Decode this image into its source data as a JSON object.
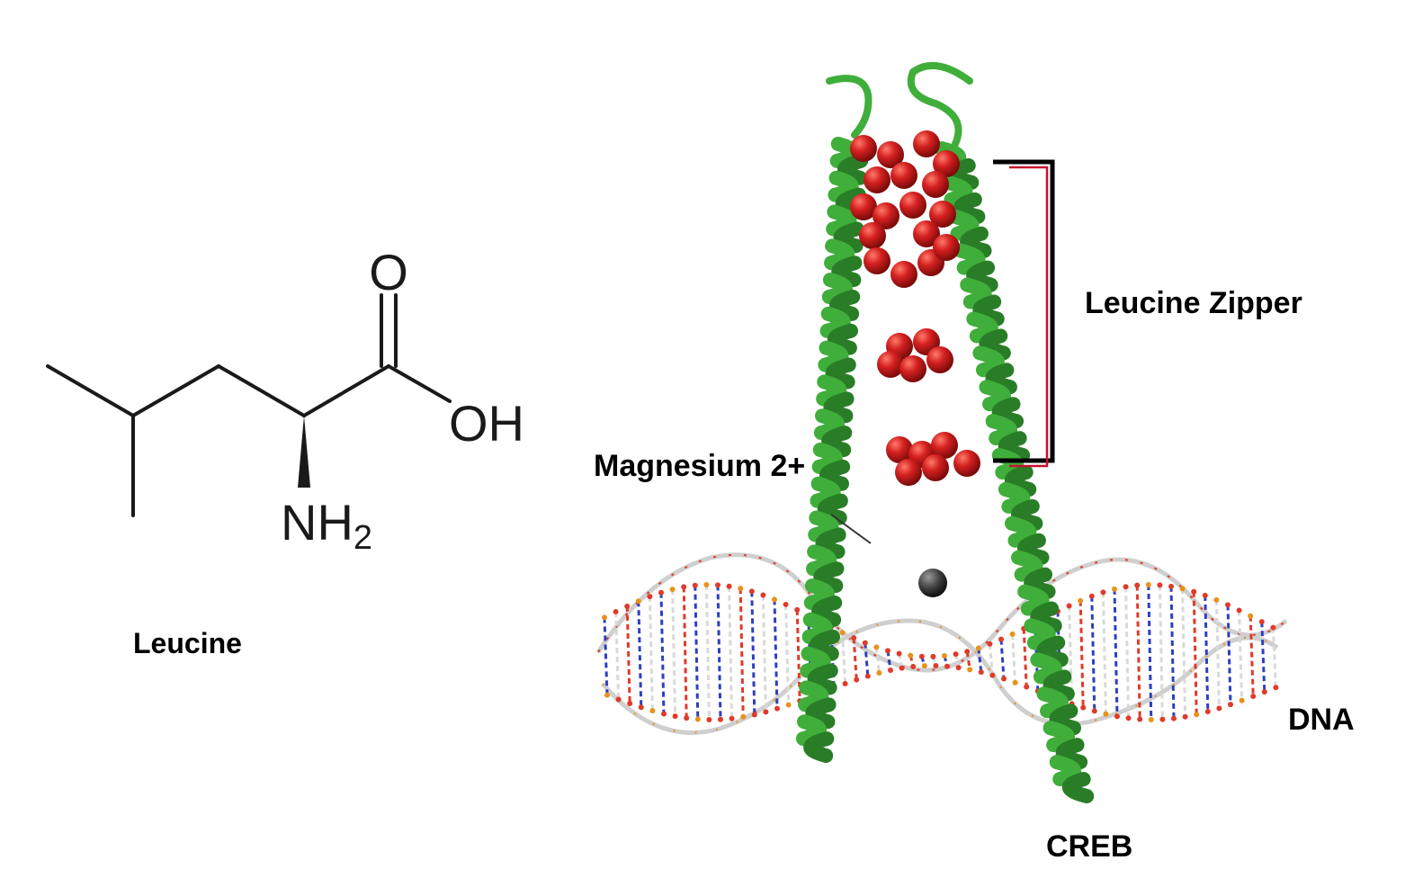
{
  "molecule": {
    "name": "Leucine",
    "atoms": {
      "carbonyl_o": "O",
      "hydroxyl": "OH",
      "amine_n": "NH",
      "amine_sub": "2"
    }
  },
  "figure": {
    "labels": {
      "zipper": "Leucine Zipper",
      "magnesium": "Magnesium 2+",
      "dna": "DNA",
      "protein": "CREB"
    }
  },
  "colors": {
    "helix": "#3fae3a",
    "helix_dark": "#2a7d27",
    "leucine_spheres": "#d42020",
    "magnesium_ion": "#3a3a3a",
    "dna_backbone_carbon": "#d9d9d9",
    "dna_oxygen": "#e03a2a",
    "dna_nitrogen": "#2e3fbf",
    "dna_phosphorus": "#e8921a",
    "bracket_black": "#000000",
    "bracket_red": "#c8102e"
  },
  "icons": [
    "leucine-structure-icon",
    "creb-helix-icon",
    "dna-duplex-icon",
    "magnesium-ion-icon",
    "zipper-bracket-icon"
  ]
}
